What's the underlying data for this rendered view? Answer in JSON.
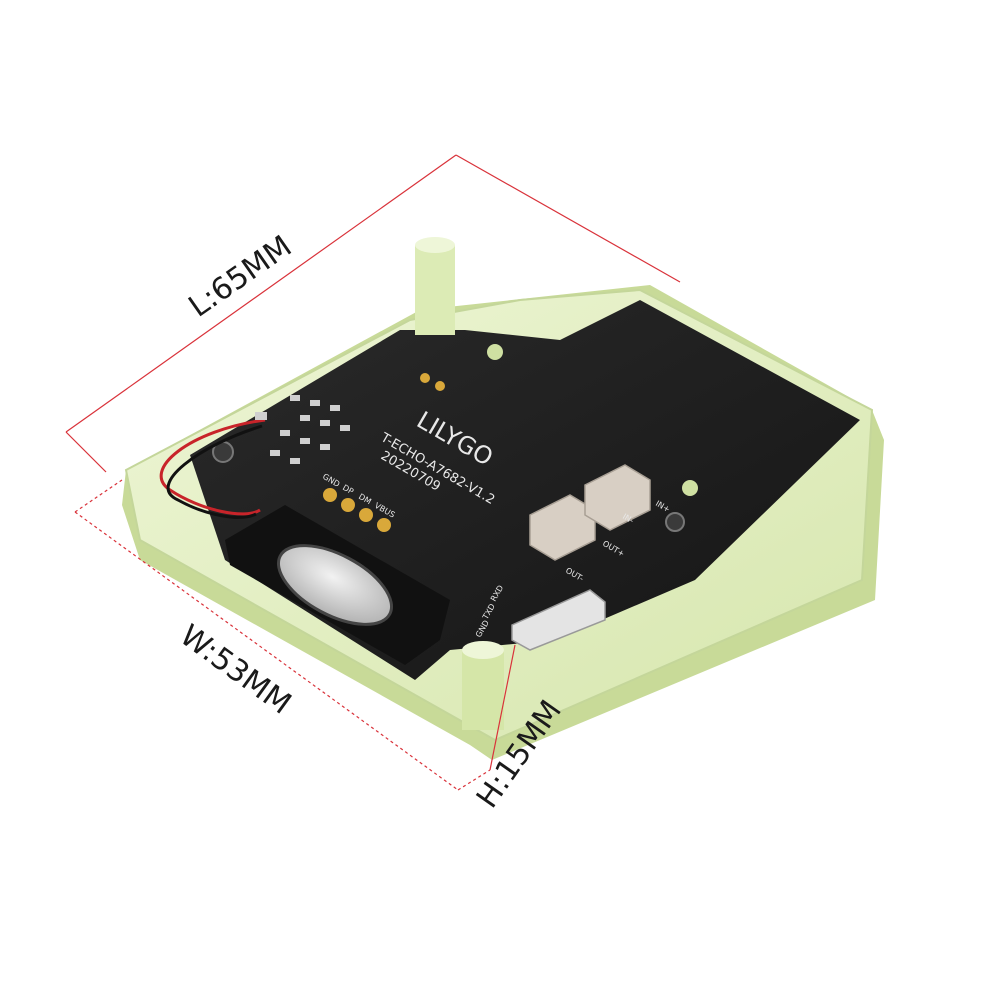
{
  "dimensions": {
    "length": "L:65MM",
    "width": "W:53MM",
    "height": "H:15MM"
  },
  "pcb": {
    "brand": "LILYGO",
    "model": "T-ECHO-A7682-V1.2",
    "date": "20220709",
    "pads": [
      "GND",
      "DP",
      "DM",
      "VBUS"
    ],
    "connector_labels": [
      "IN+",
      "IN-",
      "OUT+",
      "OUT-"
    ],
    "uart_labels": [
      "RXD",
      "TXD",
      "GND"
    ]
  },
  "colors": {
    "enclosure": "#e3f0c2",
    "pcb": "#1c1c1c",
    "dimension_line": "#d9323a",
    "pad_gold": "#d9a83a"
  }
}
